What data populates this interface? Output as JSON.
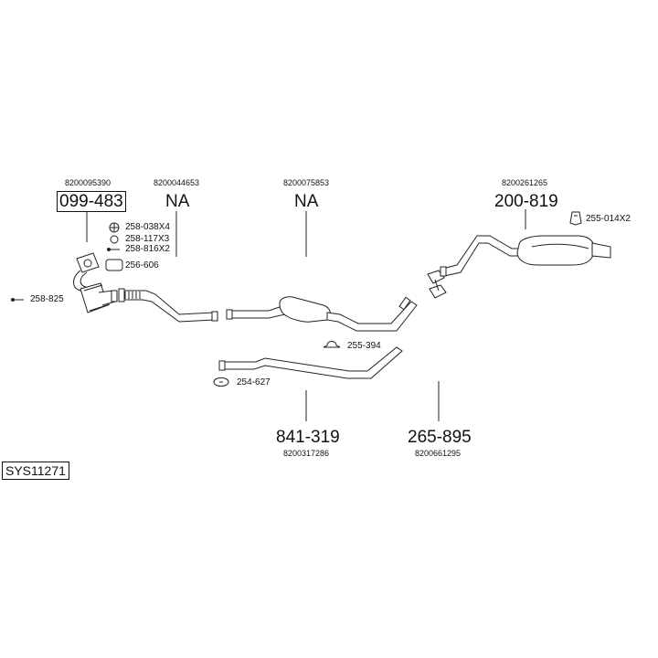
{
  "system_code": "SYS11271",
  "parts": [
    {
      "number": "099-483",
      "oe": "8200095390"
    },
    {
      "number": "NA",
      "oe": "8200044653"
    },
    {
      "number": "NA",
      "oe": "8200075853"
    },
    {
      "number": "200-819",
      "oe": "8200261265"
    },
    {
      "number": "841-319",
      "oe": "8200317286"
    },
    {
      "number": "265-895",
      "oe": "8200661295"
    }
  ],
  "hardware": [
    "258-038X4",
    "258-117X3",
    "258-816X2",
    "256-606",
    "258-825",
    "255-394",
    "254-627",
    "255-014X2"
  ]
}
